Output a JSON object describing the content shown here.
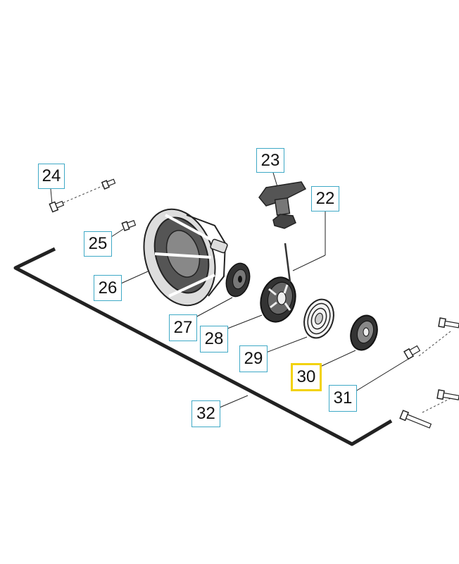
{
  "callouts": {
    "c22": "22",
    "c23": "23",
    "c24": "24",
    "c25": "25",
    "c26": "26",
    "c27": "27",
    "c28": "28",
    "c29": "29",
    "c30": "30",
    "c31": "31",
    "c32": "32"
  },
  "highlight": {
    "part": "30",
    "color": "#f2d20c"
  },
  "colors": {
    "callout_border": "#3fa9c6",
    "ink": "#111111"
  }
}
